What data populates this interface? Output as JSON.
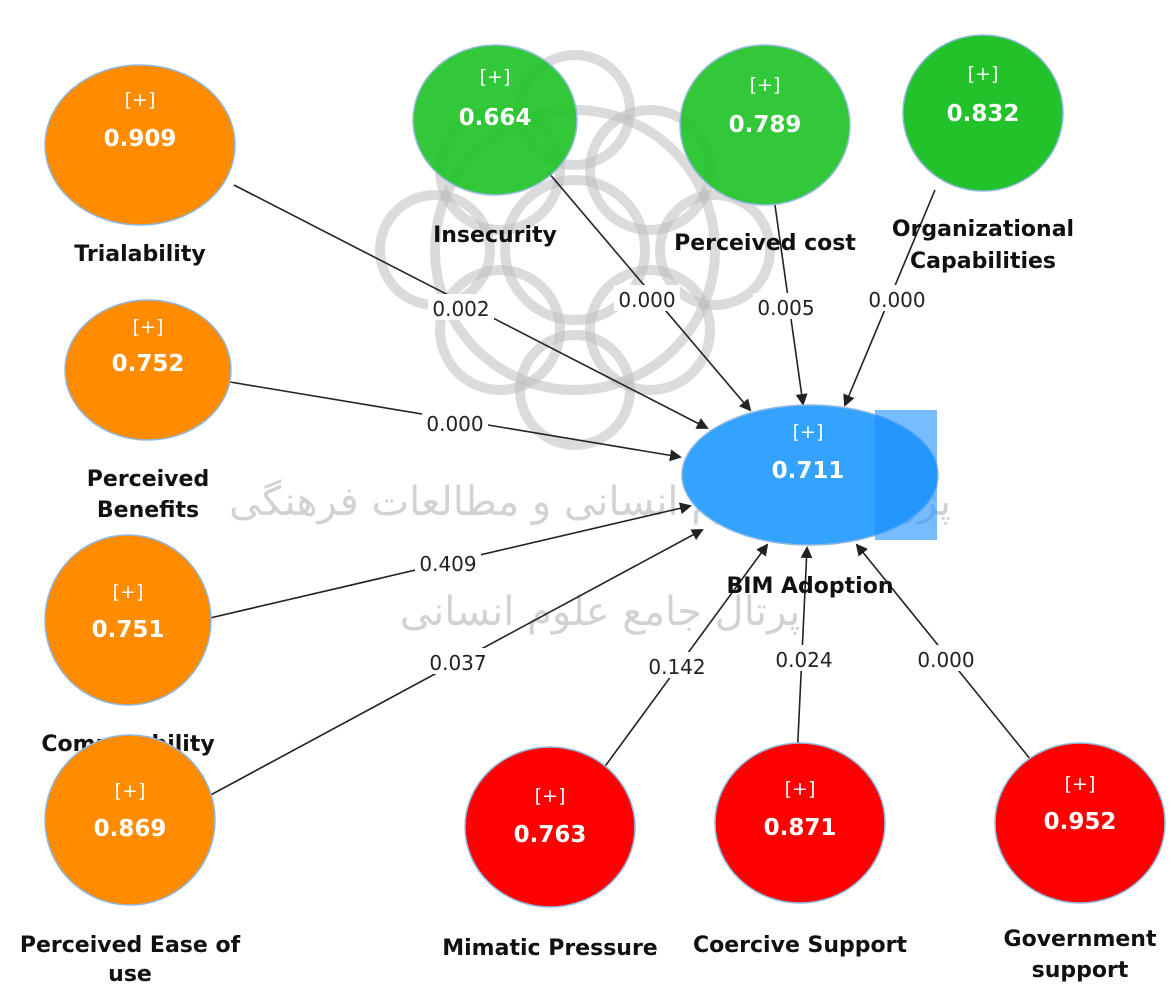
{
  "watermark": {
    "line1": "پژوهشگاه علوم انسانی و مطالعات فرهنگی",
    "line2": "پرتال جامع علوم انسانی"
  },
  "colors": {
    "antecedent": "#ff8c00",
    "technology": "#22c32a",
    "institutional": "#ff0000",
    "target": "#33a3ff",
    "line": "#222222"
  },
  "expand_symbol": "[+]",
  "nodes": {
    "trialability": {
      "value": "0.909",
      "label_lines": [
        "Trialability"
      ]
    },
    "perceived_benefits": {
      "value": "0.752",
      "label_lines": [
        "Perceived",
        "Benefits"
      ]
    },
    "compatability": {
      "value": "0.751",
      "label_lines": [
        "Compatability"
      ]
    },
    "perceived_ease": {
      "value": "0.869",
      "label_lines": [
        "Perceived Ease of",
        "use"
      ]
    },
    "insecurity": {
      "value": "0.664",
      "label_lines": [
        "Insecurity"
      ]
    },
    "perceived_cost": {
      "value": "0.789",
      "label_lines": [
        "Perceived cost"
      ]
    },
    "org_capabilities": {
      "value": "0.832",
      "label_lines": [
        "Organizational",
        "Capabilities"
      ]
    },
    "mimatic_pressure": {
      "value": "0.763",
      "label_lines": [
        "Mimatic Pressure"
      ]
    },
    "coercive_support": {
      "value": "0.871",
      "label_lines": [
        "Coercive Support"
      ]
    },
    "government_support": {
      "value": "0.952",
      "label_lines": [
        "Government",
        "support"
      ]
    },
    "bim_adoption": {
      "value": "0.711",
      "label_lines": [
        "BIM Adoption"
      ]
    }
  },
  "paths": {
    "trialability": "0.002",
    "perceived_benefits": "0.000",
    "compatability": "0.409",
    "perceived_ease": "0.037",
    "insecurity": "0.000",
    "perceived_cost": "0.005",
    "org_capabilities": "0.000",
    "mimatic_pressure": "0.142",
    "coercive_support": "0.024",
    "government_support": "0.000"
  }
}
